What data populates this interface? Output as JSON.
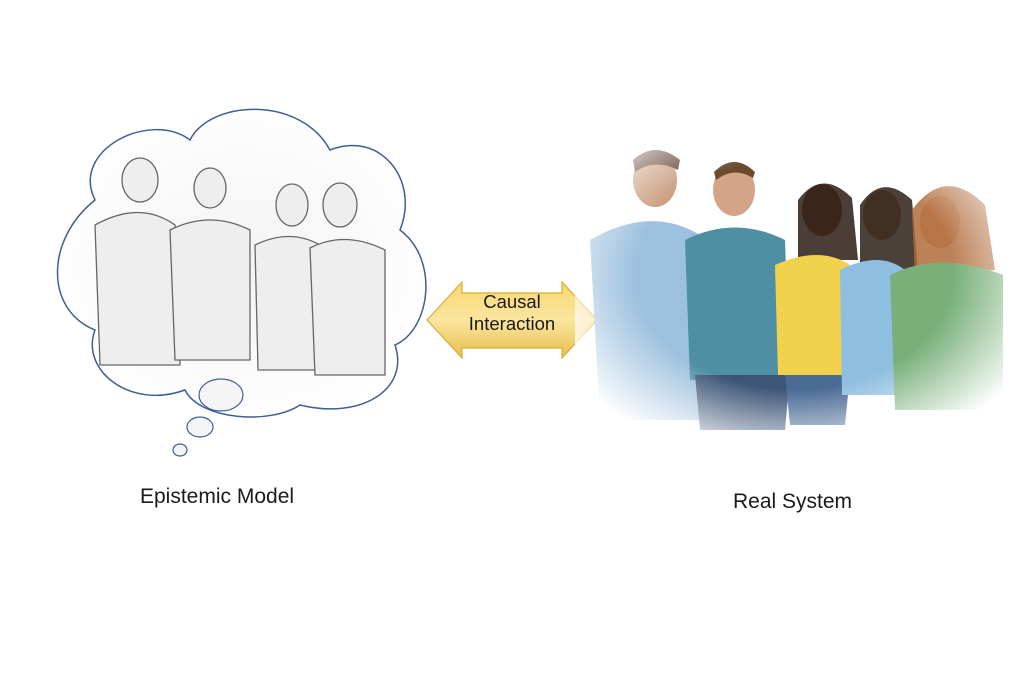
{
  "diagram": {
    "left_label": "Epistemic Model",
    "right_label": "Real System",
    "arrow_label_line1": "Causal",
    "arrow_label_line2": "Interaction",
    "colors": {
      "arrow_fill": "#f2cf5e",
      "arrow_edge": "#d9ad32",
      "cloud_outline": "#3e5f94",
      "sketch": "#777777"
    }
  }
}
